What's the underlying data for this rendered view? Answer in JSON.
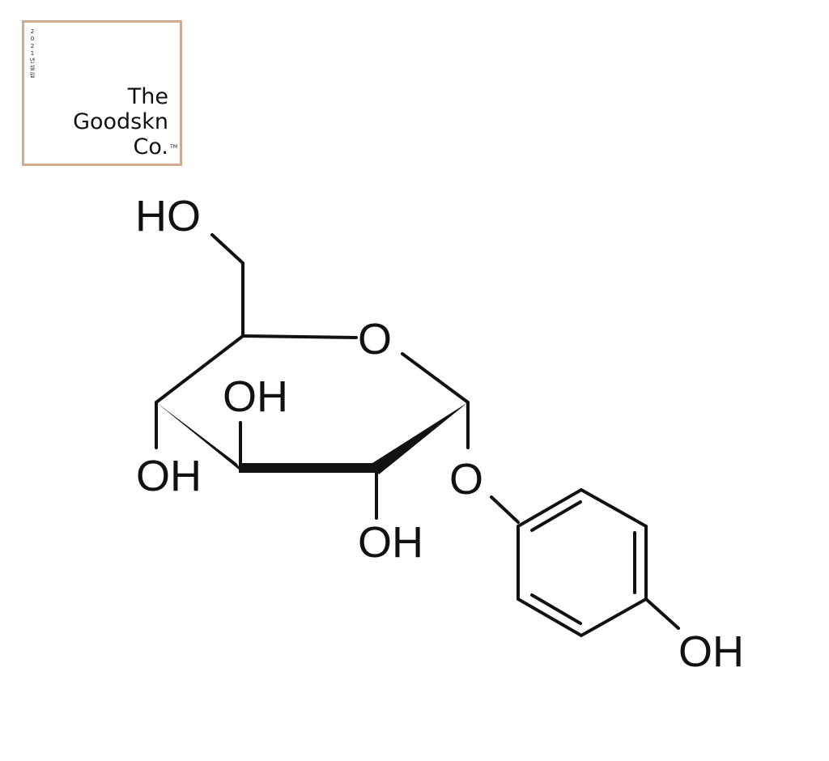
{
  "logo": {
    "vertical_text": "2021년 설립",
    "line1": "The",
    "line2": "Goodskn",
    "line3": "Co.",
    "trademark": "TM",
    "border_color": "#d2ab8c"
  },
  "molecule": {
    "labels": {
      "ho_top": "HO",
      "ring_oxygen": "O",
      "oh_c3": "OH",
      "oh_c4": "OH",
      "oh_c2": "OH",
      "glycosidic_oxygen": "O",
      "phenol_oh": "OH"
    }
  }
}
